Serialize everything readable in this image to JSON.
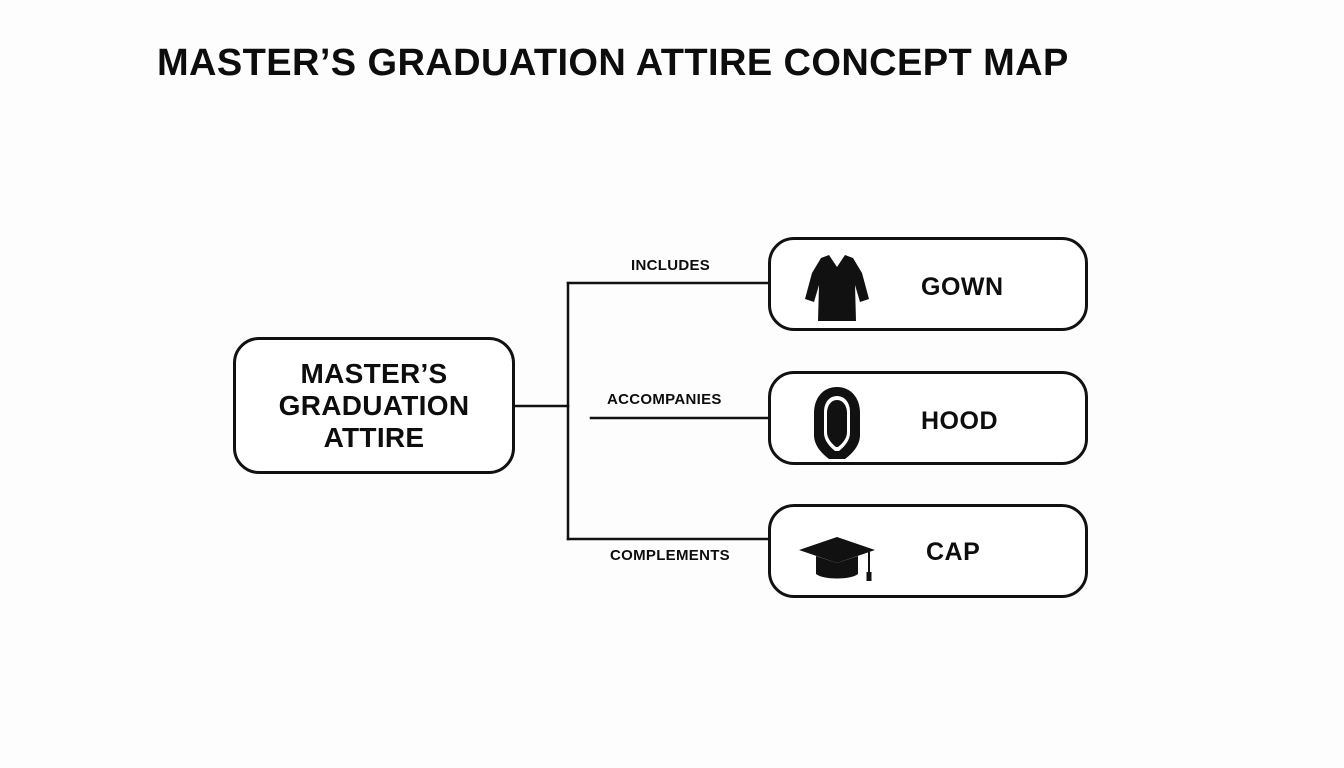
{
  "title": "MASTER’S GRADUATION ATTIRE CONCEPT MAP",
  "central_node": {
    "lines": [
      "MASTER’S",
      "GRADUATION",
      "ATTIRE"
    ]
  },
  "relationships": [
    {
      "label": "INCLUDES",
      "target": "GOWN",
      "icon": "gown-icon"
    },
    {
      "label": "ACCOMPANIES",
      "target": "HOOD",
      "icon": "hood-icon"
    },
    {
      "label": "COMPLEMENTS",
      "target": "CAP",
      "icon": "mortarboard-cap-icon"
    }
  ],
  "colors": {
    "ink": "#111111",
    "background": "#fdfdfd"
  }
}
